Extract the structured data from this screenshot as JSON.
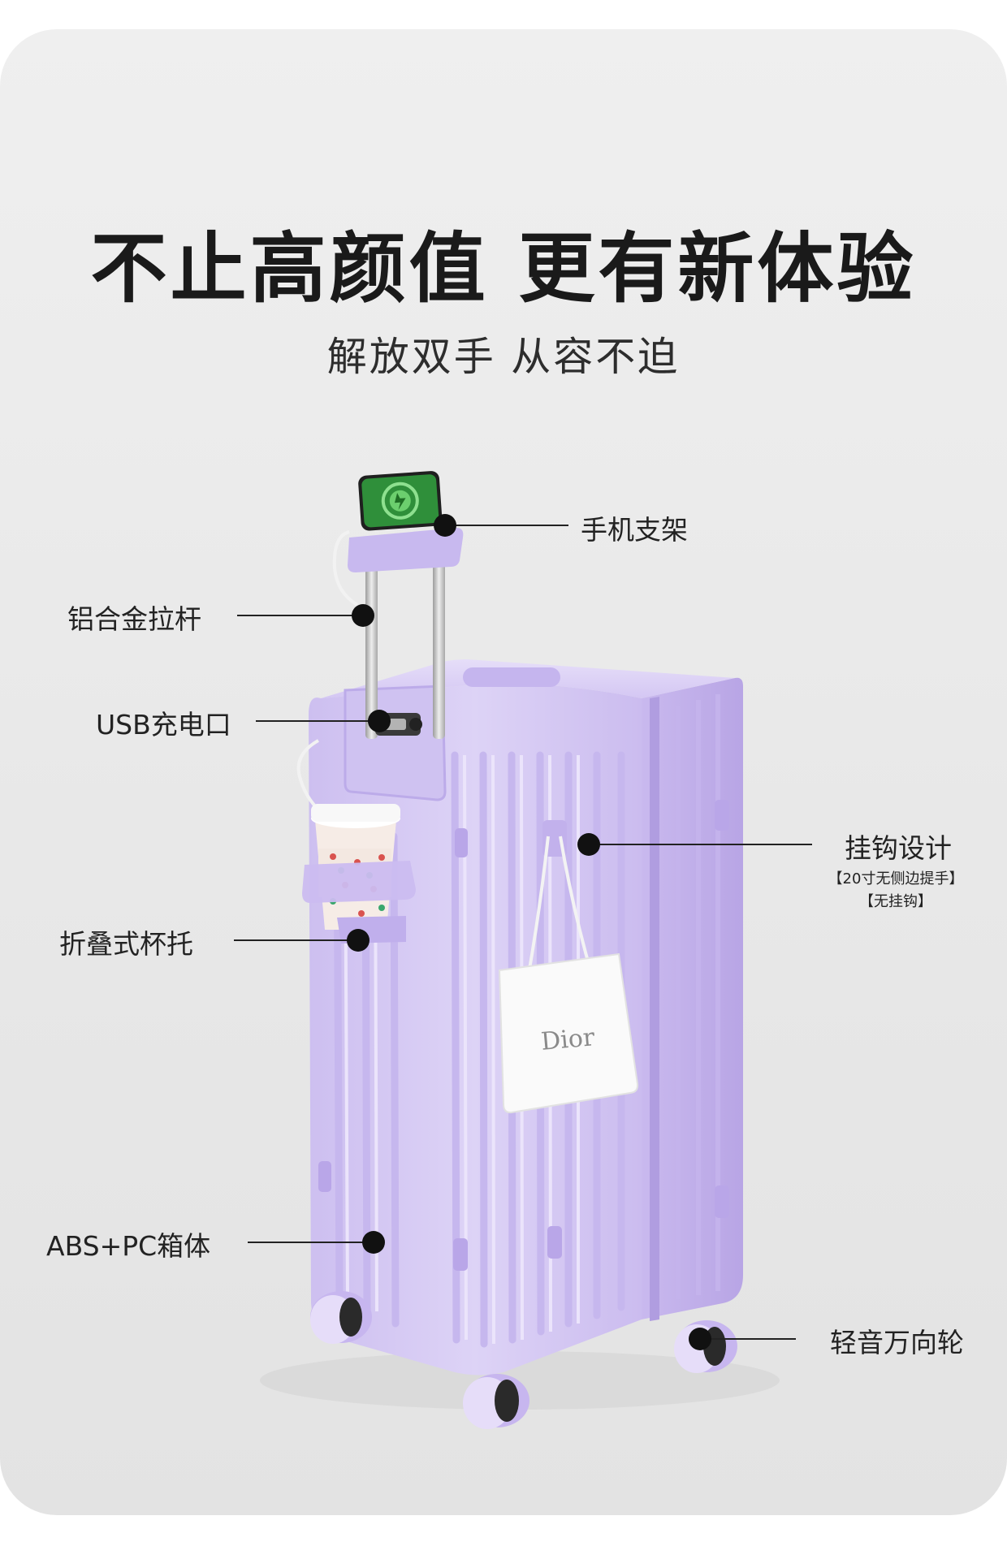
{
  "headline": "不止高颜值 更有新体验",
  "tagline": "解放双手 从容不迫",
  "features": {
    "phone_holder": "手机支架",
    "aluminum_handle": "铝合金拉杆",
    "usb_port": "USB充电口",
    "hook": "挂钩设计",
    "hook_note_1": "【20寸无侧边提手】",
    "hook_note_2": "【无挂钩】",
    "cup_holder": "折叠式杯托",
    "shell": "ABS+PC箱体",
    "wheels": "轻音万向轮"
  },
  "bag_brand": "Dior",
  "colors": {
    "suitcase": "#d5c8f2",
    "suitcase_shade": "#c2b1ea",
    "phone_screen": "#2f8f3a"
  }
}
